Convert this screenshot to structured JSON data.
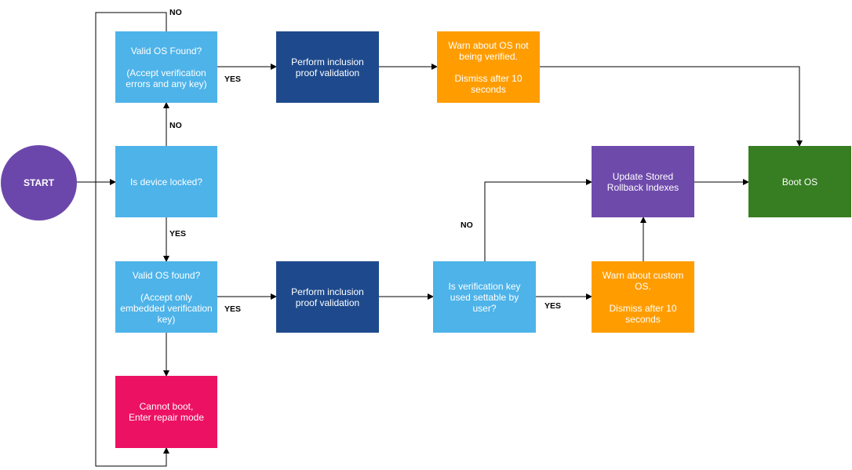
{
  "nodes": {
    "start": "START",
    "locked": "Is device locked?",
    "valid_os_unlocked": "Valid OS Found?\n\n(Accept verification errors and any key)",
    "proof_top": "Perform inclusion proof validation",
    "warn_not_verified": "Warn about OS not being verified.\n\nDismiss after 10 seconds",
    "boot_os": "Boot OS",
    "valid_os_locked": "Valid OS found?\n\n(Accept only embedded verification key)",
    "proof_bottom": "Perform inclusion proof validation",
    "key_settable": "Is verification key used settable by user?",
    "warn_custom": "Warn about custom OS.\n\nDismiss after 10 seconds",
    "update_rollback": "Update Stored Rollback Indexes",
    "cannot_boot": "Cannot boot,\nEnter repair mode"
  },
  "edge_labels": {
    "top_loop_no": "NO",
    "locked_no": "NO",
    "locked_yes": "YES",
    "top_yes": "YES",
    "bottom_yes": "YES",
    "key_no": "NO",
    "key_yes": "YES"
  },
  "colors": {
    "decision": "#4db3e9",
    "process": "#1e4a8d",
    "warning": "#ff9d00",
    "update": "#6e4aab",
    "success": "#377d22",
    "error": "#ec1163",
    "start": "#6c47ab"
  }
}
